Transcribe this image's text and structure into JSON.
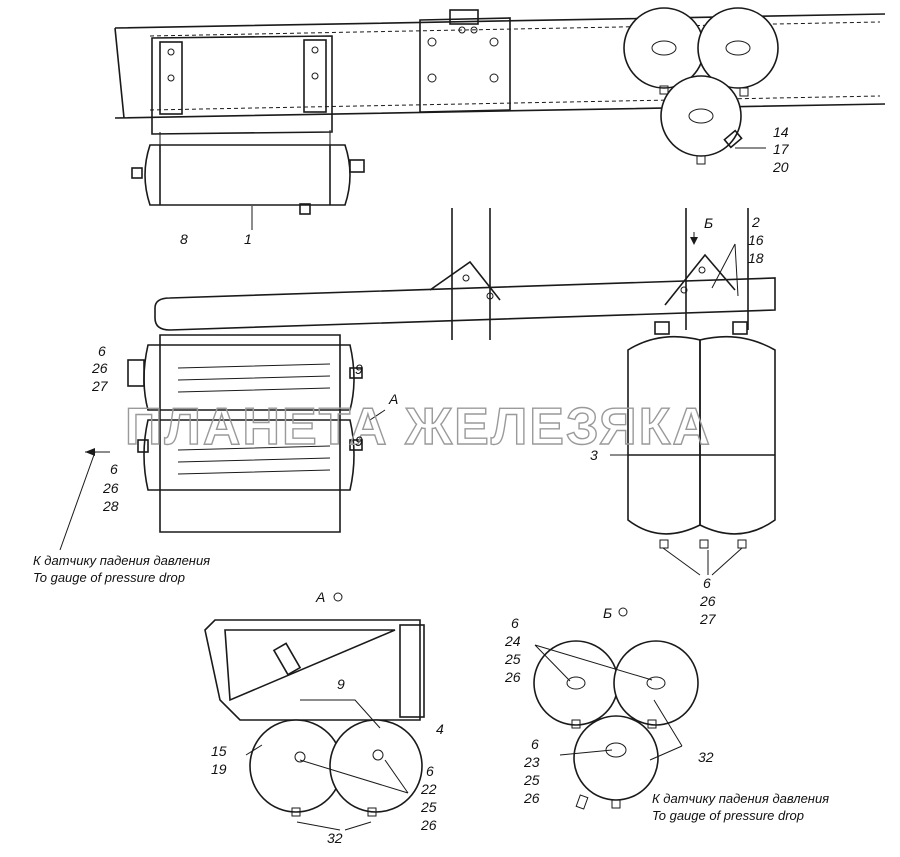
{
  "labels": {
    "l1": "1",
    "l2": "2",
    "l3": "3",
    "l4": "4",
    "l6": "6",
    "l8": "8",
    "l9": "9",
    "l14": "14",
    "l15": "15",
    "l16": "16",
    "l17": "17",
    "l18": "18",
    "l19": "19",
    "l20": "20",
    "l22": "22",
    "l23": "23",
    "l24": "24",
    "l25": "25",
    "l26": "26",
    "l27": "27",
    "l28": "28",
    "l32": "32"
  },
  "views": {
    "a": "А",
    "b": "Б"
  },
  "notes": {
    "sensor_ru": "К датчику падения давления",
    "sensor_en": "To gauge of pressure drop"
  },
  "watermark": "ПЛАНЕТА ЖЕЛЕЗЯКА"
}
